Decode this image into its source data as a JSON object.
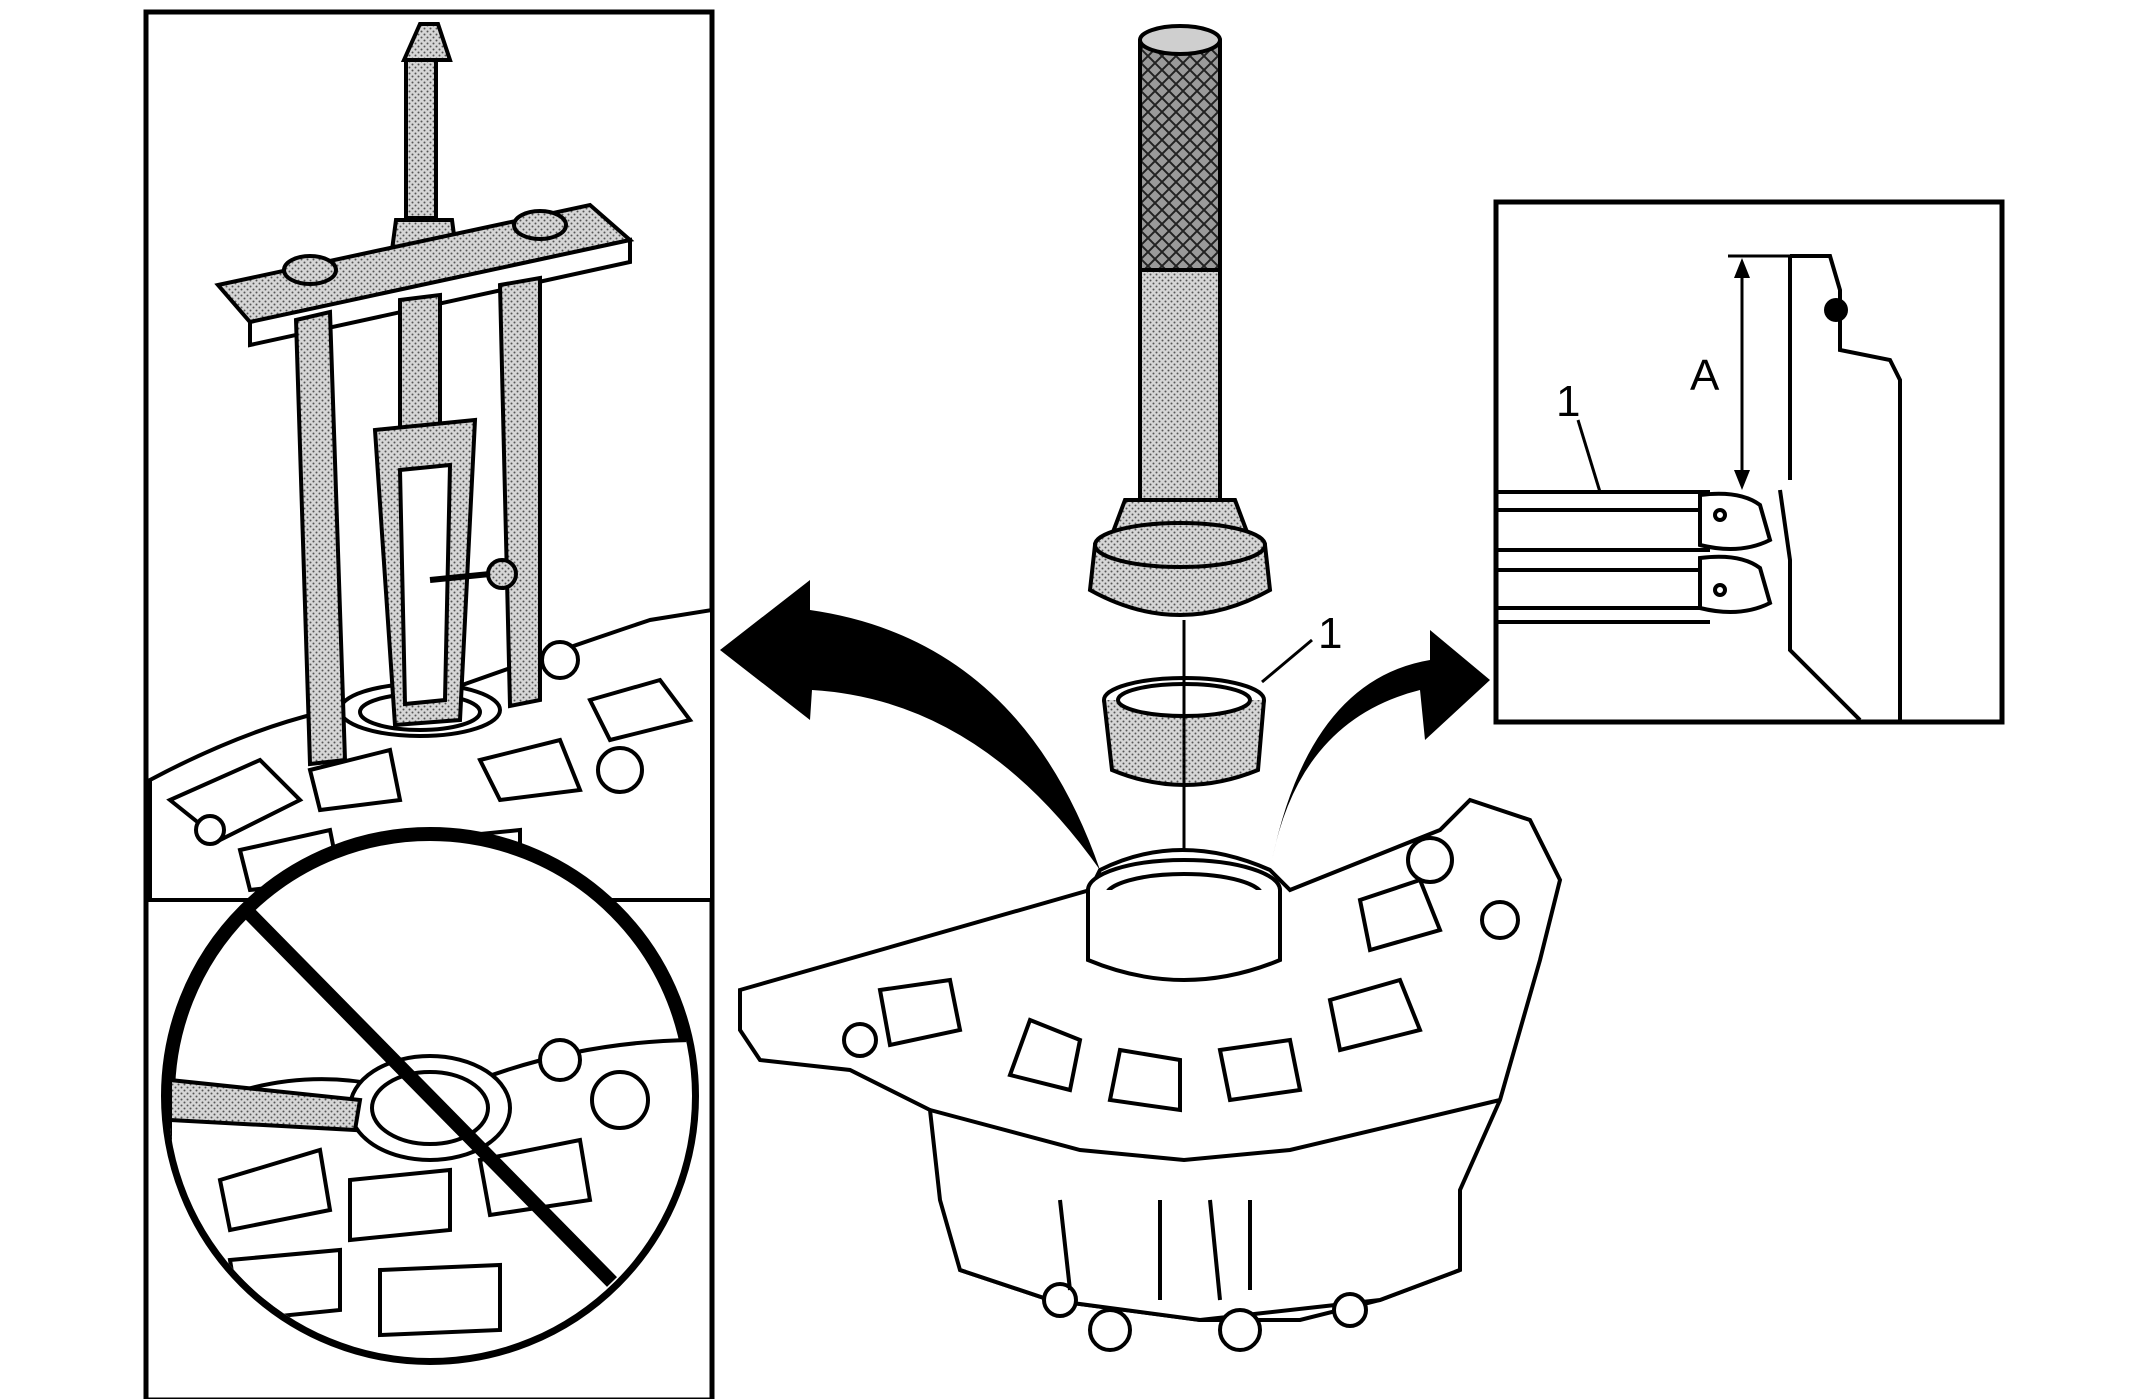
{
  "figure": {
    "callouts": {
      "center_seal": "1",
      "detail_seal": "1",
      "detail_dimension": "A"
    },
    "prohibition": "prohibited-method"
  },
  "colors": {
    "ink": "#000000",
    "paper": "#ffffff",
    "stipple": "#bdbdbd"
  }
}
